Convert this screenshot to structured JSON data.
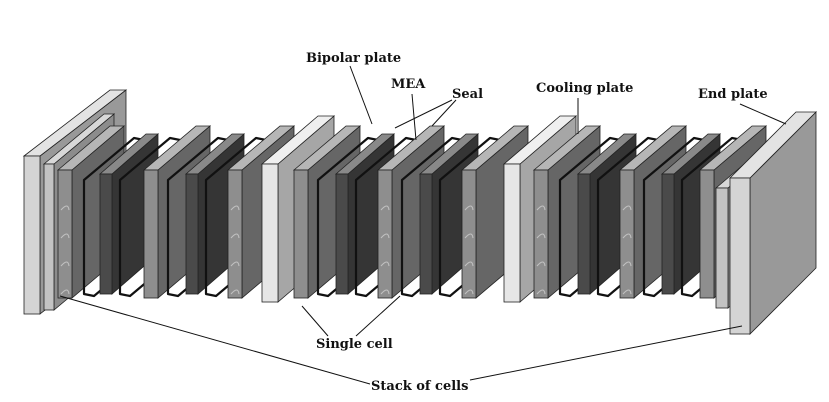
{
  "labels": {
    "bipolar_plate": "Bipolar plate",
    "mea": "MEA",
    "seal": "Seal",
    "cooling_plate": "Cooling plate",
    "end_plate": "End plate",
    "single_cell": "Single cell",
    "stack_of_cells": "Stack of cells"
  },
  "colors": {
    "end_plate_face": "#d4d4d4",
    "bipolar_face": "#8e8e8e",
    "mea_face": "#4a4a4a",
    "cooling_face": "#e6e6e6",
    "seal_stroke": "#111111"
  }
}
